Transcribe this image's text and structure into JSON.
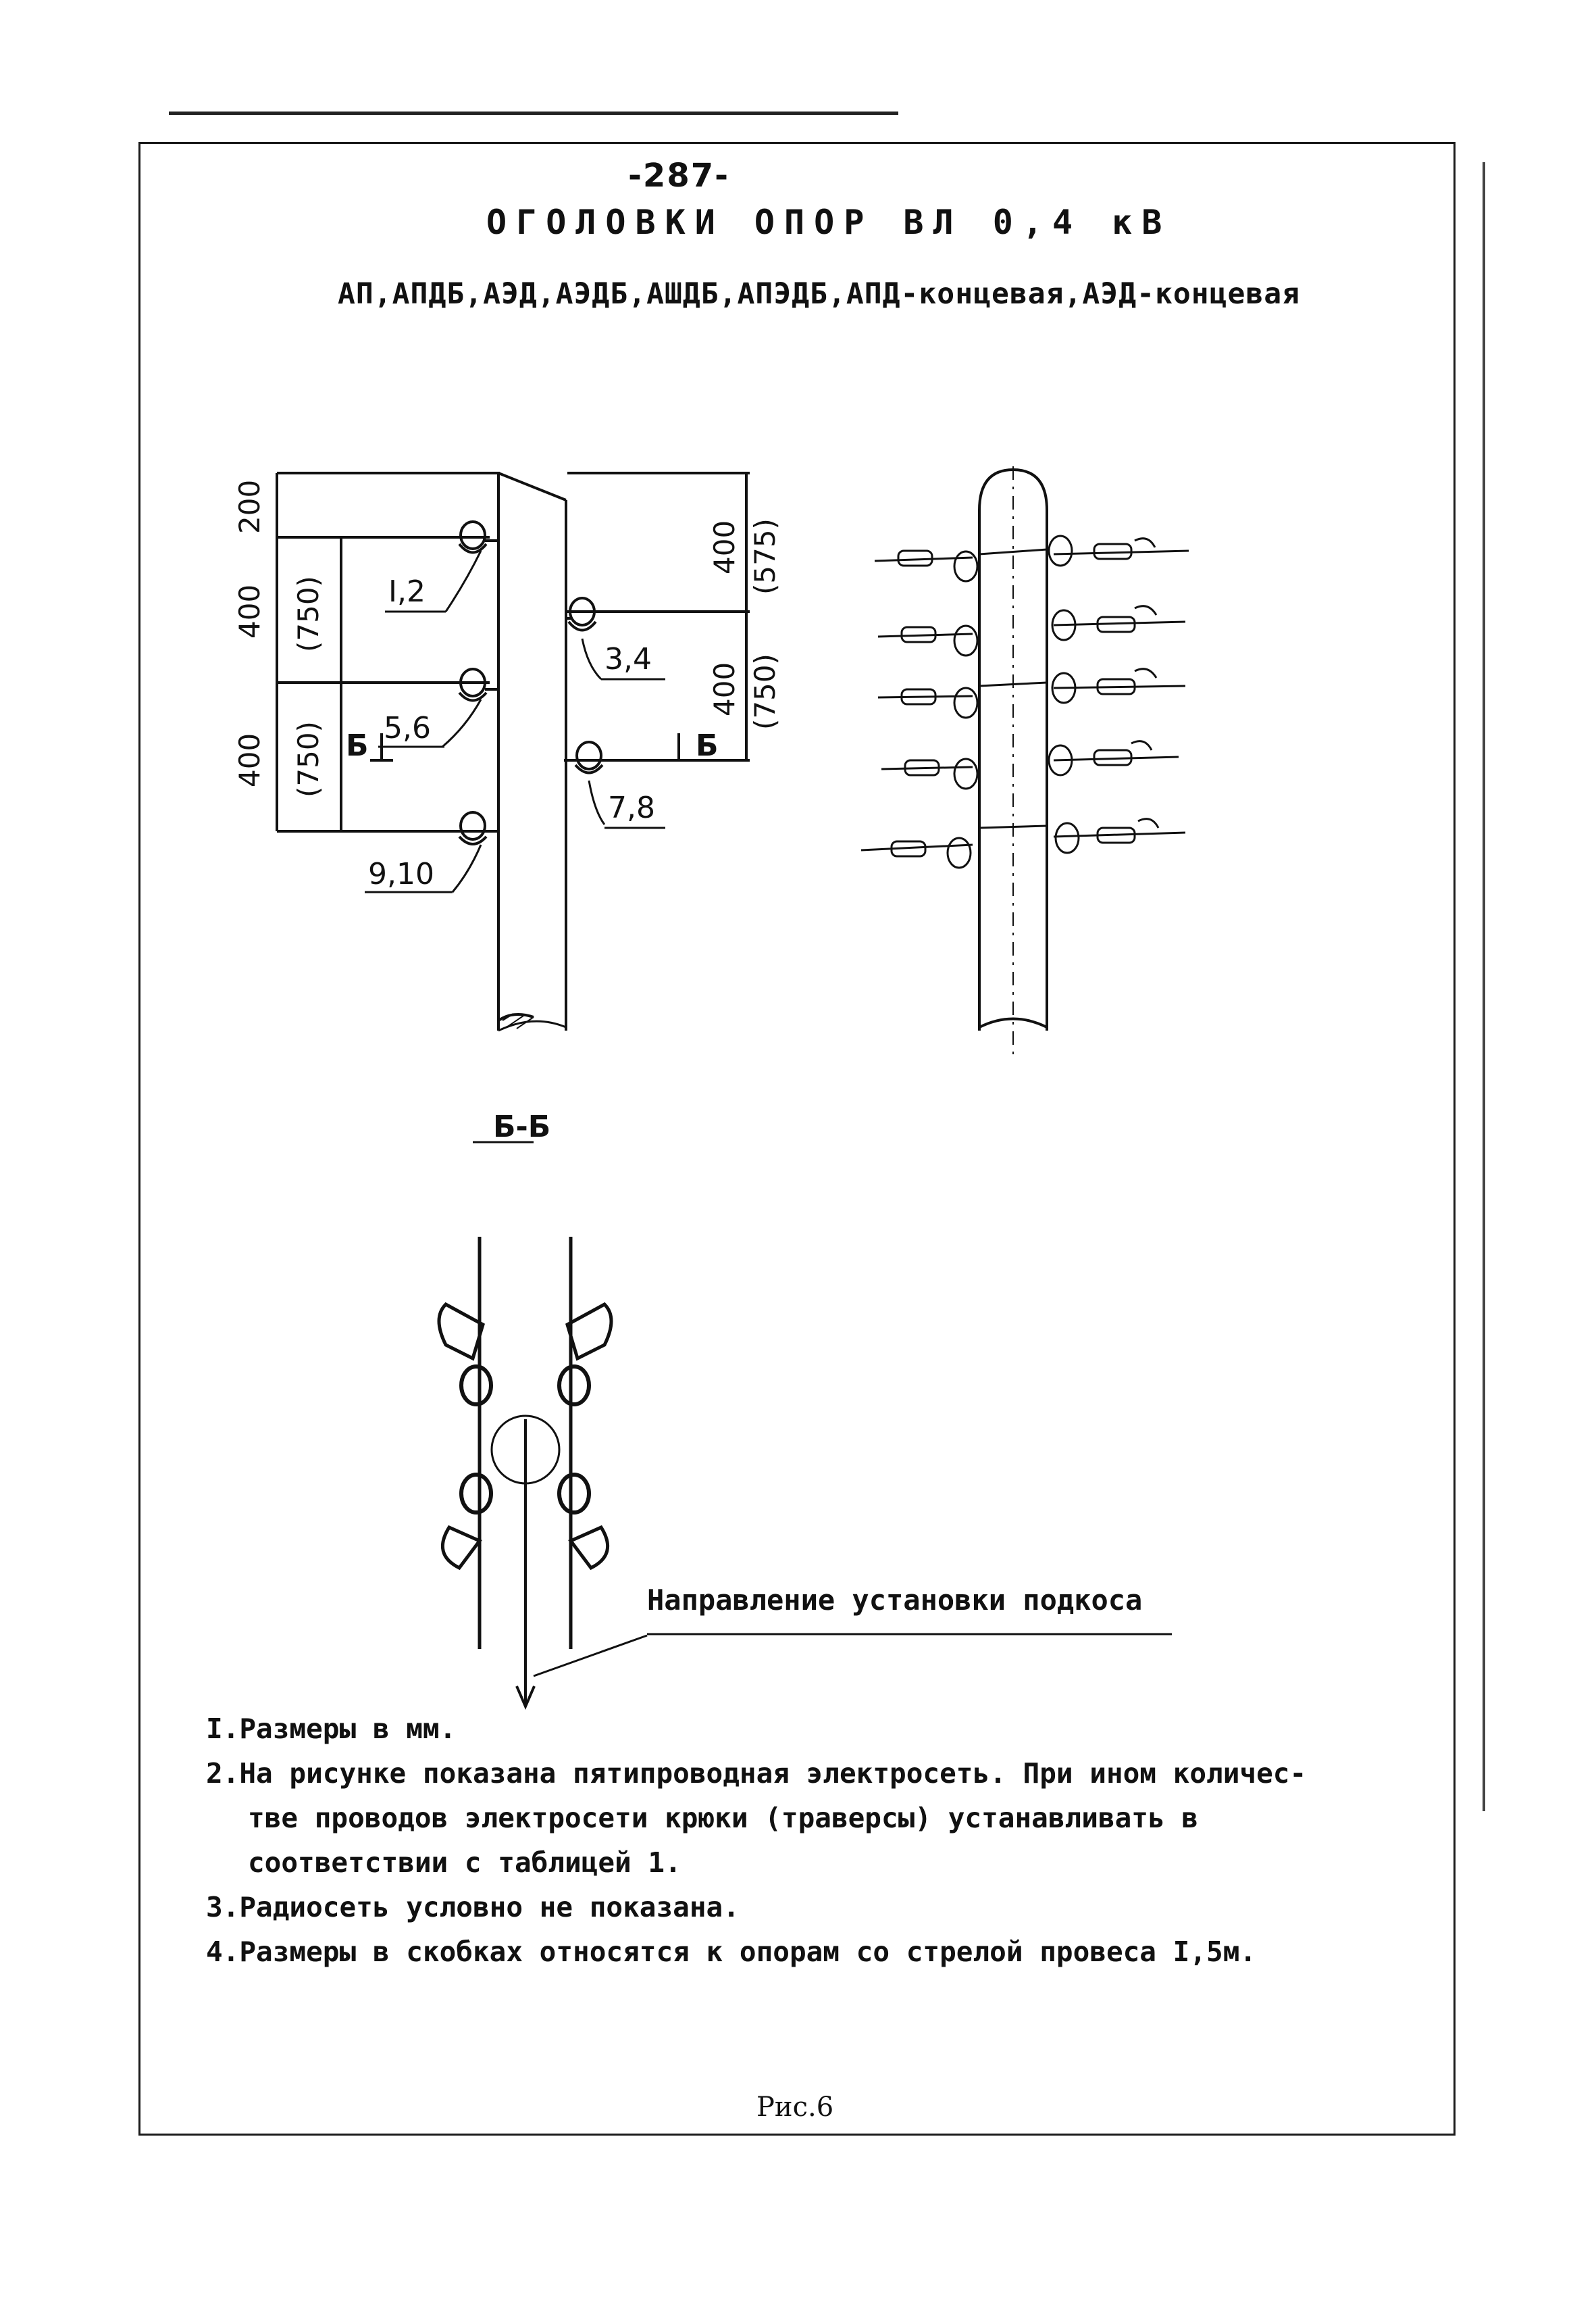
{
  "header": {
    "page_number": "-287-",
    "title": "ОГОЛОВКИ ОПОР ВЛ 0,4 кВ",
    "subtitle": "АП,АПДБ,АЭД,АЭДБ,АШДБ,АПЭДБ,АПД-концевая,АЭД-концевая"
  },
  "left_drawing": {
    "dims_left": [
      "200",
      "400",
      "400"
    ],
    "dims_left_paren": [
      "(750)",
      "(750)"
    ],
    "dims_right": [
      "400",
      "(575)",
      "400",
      "(750)"
    ],
    "callouts": [
      "I,2",
      "3,4",
      "5,6",
      "7,8",
      "9,10"
    ],
    "section_marks": [
      "Б",
      "Б"
    ]
  },
  "section_view": {
    "label": "Б-Б",
    "arrow_label": "Направление установки подкоса"
  },
  "notes": [
    "I.Размеры в мм.",
    "2.На рисунке показана пятипроводная электросеть. При ином количес-",
    "тве проводов электросети крюки (траверсы) устанавливать в",
    "соответствии с таблицей 1.",
    "3.Радиосеть условно не показана.",
    "4.Размеры в скобках относятся к опорам со стрелой провеса I,5м."
  ],
  "figure_caption": "Рис.6"
}
